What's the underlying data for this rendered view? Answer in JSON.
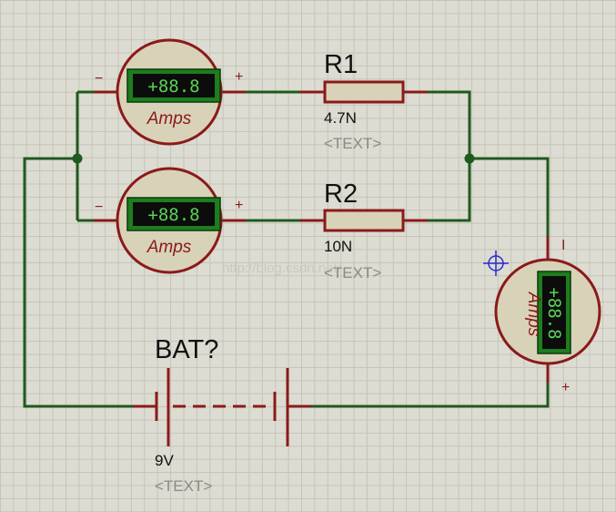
{
  "watermark": "http://blog.csdn.net/",
  "ammeters": {
    "a1": {
      "display": "+88.8",
      "label": "Amps",
      "minus": "−",
      "plus": "+"
    },
    "a2": {
      "display": "+88.8",
      "label": "Amps",
      "minus": "−",
      "plus": "+"
    },
    "a3": {
      "display": "+88.8",
      "label": "Amps",
      "minus": "I",
      "plus": "+"
    }
  },
  "resistors": {
    "r1": {
      "ref": "R1",
      "value": "4.7N",
      "text": "<TEXT>"
    },
    "r2": {
      "ref": "R2",
      "value": "10N",
      "text": "<TEXT>"
    }
  },
  "battery": {
    "ref": "BAT?",
    "value": "9V",
    "text": "<TEXT>"
  },
  "colors": {
    "wire": "#1f5a1f",
    "component": "#8b1a1a",
    "background": "#dcdcd2",
    "display": "#1e7d1e"
  },
  "icons": {
    "cursor": "crosshair-icon",
    "junction": "junction-dot-icon"
  }
}
